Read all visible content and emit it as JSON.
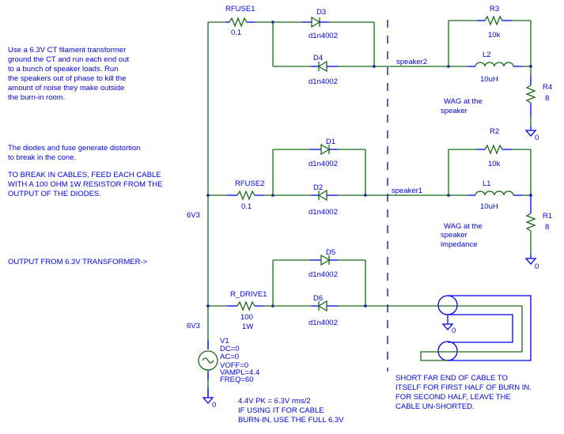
{
  "notes": {
    "intro": [
      "Use a 6.3V CT filament transformer",
      "ground the CT and run each end out",
      "to a bunch of speaker loads. Run",
      "the speakers out of phase to kill the",
      "amount of noise they make outside",
      "the burn-in room."
    ],
    "diodes": [
      "The diodes and fuse generate distortion",
      "to break in the cone."
    ],
    "cables": [
      "TO BREAK IN CABLES, FEED EACH CABLE",
      "WITH A 100 OHM 1W RESISTOR FROM THE",
      "OUTPUT OF THE DIODES."
    ],
    "output": "OUTPUT FROM 6.3V TRANSFORMER->",
    "peak": [
      "4.4V PK = 6.3V rms/2",
      "IF USING IT FOR CABLE",
      "BURN-IN, USE THE FULL 6.3V"
    ],
    "short": [
      "SHORT FAR END OF CABLE TO",
      "ITSELF FOR FIRST HALF OF BURN IN.",
      "FOR SECOND HALF, LEAVE THE",
      "CABLE UN-SHORTED."
    ],
    "wag_top": [
      "WAG at the",
      "speaker"
    ],
    "wag_bottom": [
      "WAG at the",
      "speaker",
      "impedance"
    ]
  },
  "nets": {
    "speaker2": "speaker2",
    "speaker1": "speaker1",
    "net_6v3_a": "6V3",
    "net_6v3_b": "6V3",
    "ground": "0"
  },
  "components": {
    "rfuse1": {
      "name": "RFUSE1",
      "value": "0.1"
    },
    "rfuse2": {
      "name": "RFUSE2",
      "value": "0.1"
    },
    "rdrive1": {
      "name": "R_DRIVE1",
      "value": "100",
      "rating": "1W"
    },
    "d1": {
      "name": "D1",
      "model": "d1n4002"
    },
    "d2": {
      "name": "D2",
      "model": "d1n4002"
    },
    "d3": {
      "name": "D3",
      "model": "d1n4002"
    },
    "d4": {
      "name": "D4",
      "model": "d1n4002"
    },
    "d5": {
      "name": "D5",
      "model": "d1n4002"
    },
    "d6": {
      "name": "D6",
      "model": "d1n4002"
    },
    "r3": {
      "name": "R3",
      "value": "10k"
    },
    "r2": {
      "name": "R2",
      "value": "10k"
    },
    "l2": {
      "name": "L2",
      "value": "10uH"
    },
    "l1": {
      "name": "L1",
      "value": "10uH"
    },
    "r4": {
      "name": "R4",
      "value": "8"
    },
    "r1": {
      "name": "R1",
      "value": "8"
    },
    "v1": {
      "name": "V1",
      "params": [
        "DC=0",
        "AC=0",
        "VOFF=0",
        "VAMPL=4.4",
        "FREQ=60"
      ]
    }
  }
}
